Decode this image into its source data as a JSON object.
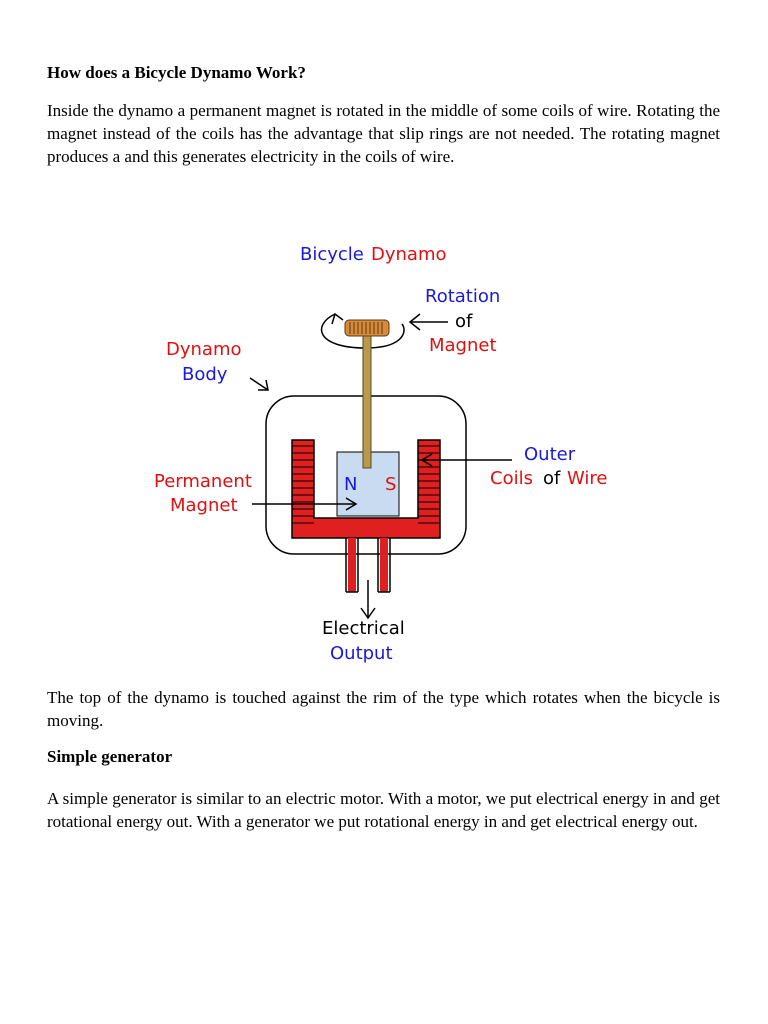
{
  "document": {
    "heading1": "How does a Bicycle Dynamo Work?",
    "paragraph1": "Inside the dynamo a permanent magnet is rotated in the middle of some coils of wire. Rotating the magnet instead of the coils has the advantage that slip rings are not needed. The rotating magnet produces a  and this generates electricity in the coils of wire.",
    "paragraph2": "The top of the dynamo is touched against the rim of the type which rotates when the bicycle is moving.",
    "heading2": "Simple generator",
    "paragraph3": "A simple generator is similar to an electric motor. With a motor, we put electrical energy in and get rotational energy out. With a generator we put rotational energy in and get electrical energy out."
  },
  "diagram": {
    "title_part1": "Bicycle",
    "title_part2": "Dynamo",
    "rotation_line1": "Rotation",
    "rotation_line2": "of",
    "rotation_line3": "Magnet",
    "dynamo_body_line1": "Dynamo",
    "dynamo_body_line2": "Body",
    "outer_line1": "Outer",
    "outer_line2_a": "Coils",
    "outer_line2_b": "of",
    "outer_line2_c": "Wire",
    "permanent_line1": "Permanent",
    "permanent_line2": "Magnet",
    "pole_n": "N",
    "pole_s": "S",
    "output_line1": "Electrical",
    "output_line2": "Output",
    "colors": {
      "blue": "#1a1ad6",
      "red": "#e01010",
      "coil_red": "#e02020",
      "magnet_fill": "#c9dbf0",
      "shaft": "#b89a4a",
      "knob": "#d88a3a"
    }
  }
}
